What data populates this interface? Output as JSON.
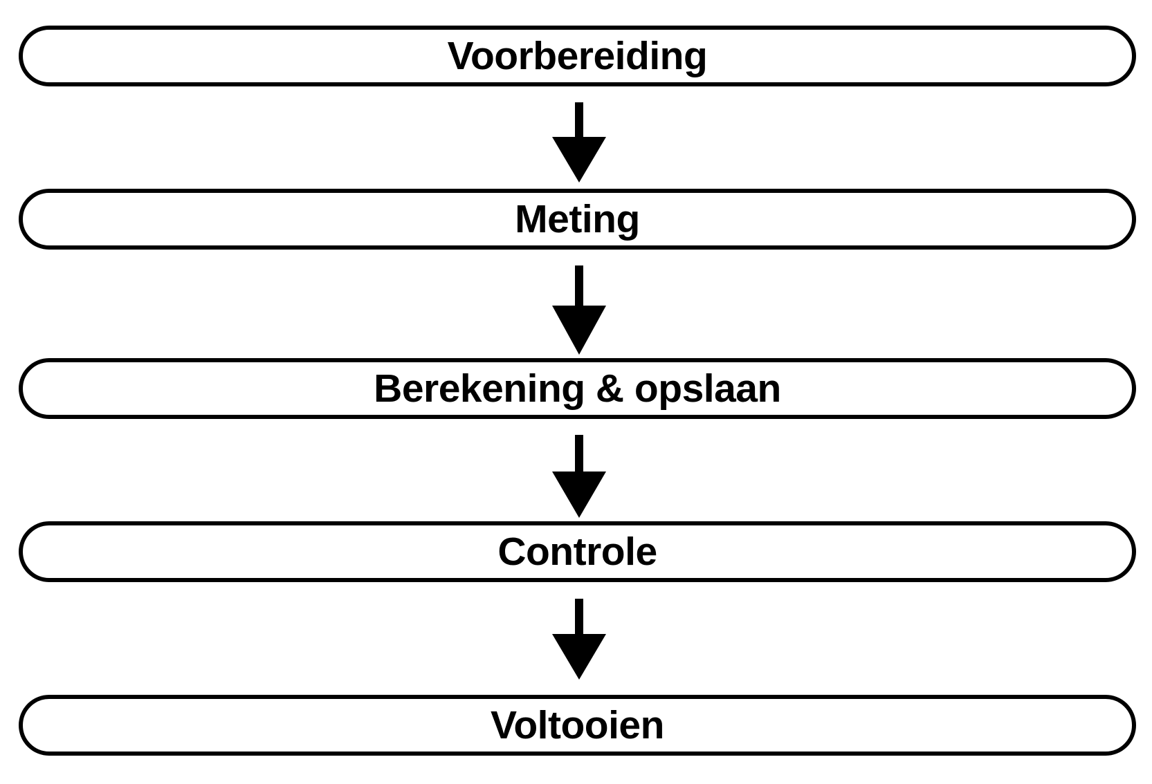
{
  "diagram": {
    "type": "flowchart",
    "orientation": "vertical-top-to-bottom",
    "title": "",
    "colors": {
      "background": "#ffffff",
      "node_fill": "#ffffff",
      "node_border": "#000000",
      "text": "#000000",
      "arrow": "#000000"
    },
    "nodes": [
      {
        "id": "node-0",
        "label": "Voorbereiding"
      },
      {
        "id": "node-1",
        "label": "Meting"
      },
      {
        "id": "node-2",
        "label": "Berekening & opslaan"
      },
      {
        "id": "node-3",
        "label": "Controle"
      },
      {
        "id": "node-4",
        "label": "Voltooien"
      }
    ],
    "connectors": [
      {
        "id": "arrow-0",
        "from": "Voorbereiding",
        "to": "Meting",
        "icon": "arrow-down-icon",
        "label": ""
      },
      {
        "id": "arrow-1",
        "from": "Meting",
        "to": "Berekening & opslaan",
        "icon": "arrow-down-icon",
        "label": ""
      },
      {
        "id": "arrow-2",
        "from": "Berekening & opslaan",
        "to": "Controle",
        "icon": "arrow-down-icon",
        "label": ""
      },
      {
        "id": "arrow-3",
        "from": "Controle",
        "to": "Voltooien",
        "icon": "arrow-down-icon",
        "label": ""
      }
    ]
  }
}
